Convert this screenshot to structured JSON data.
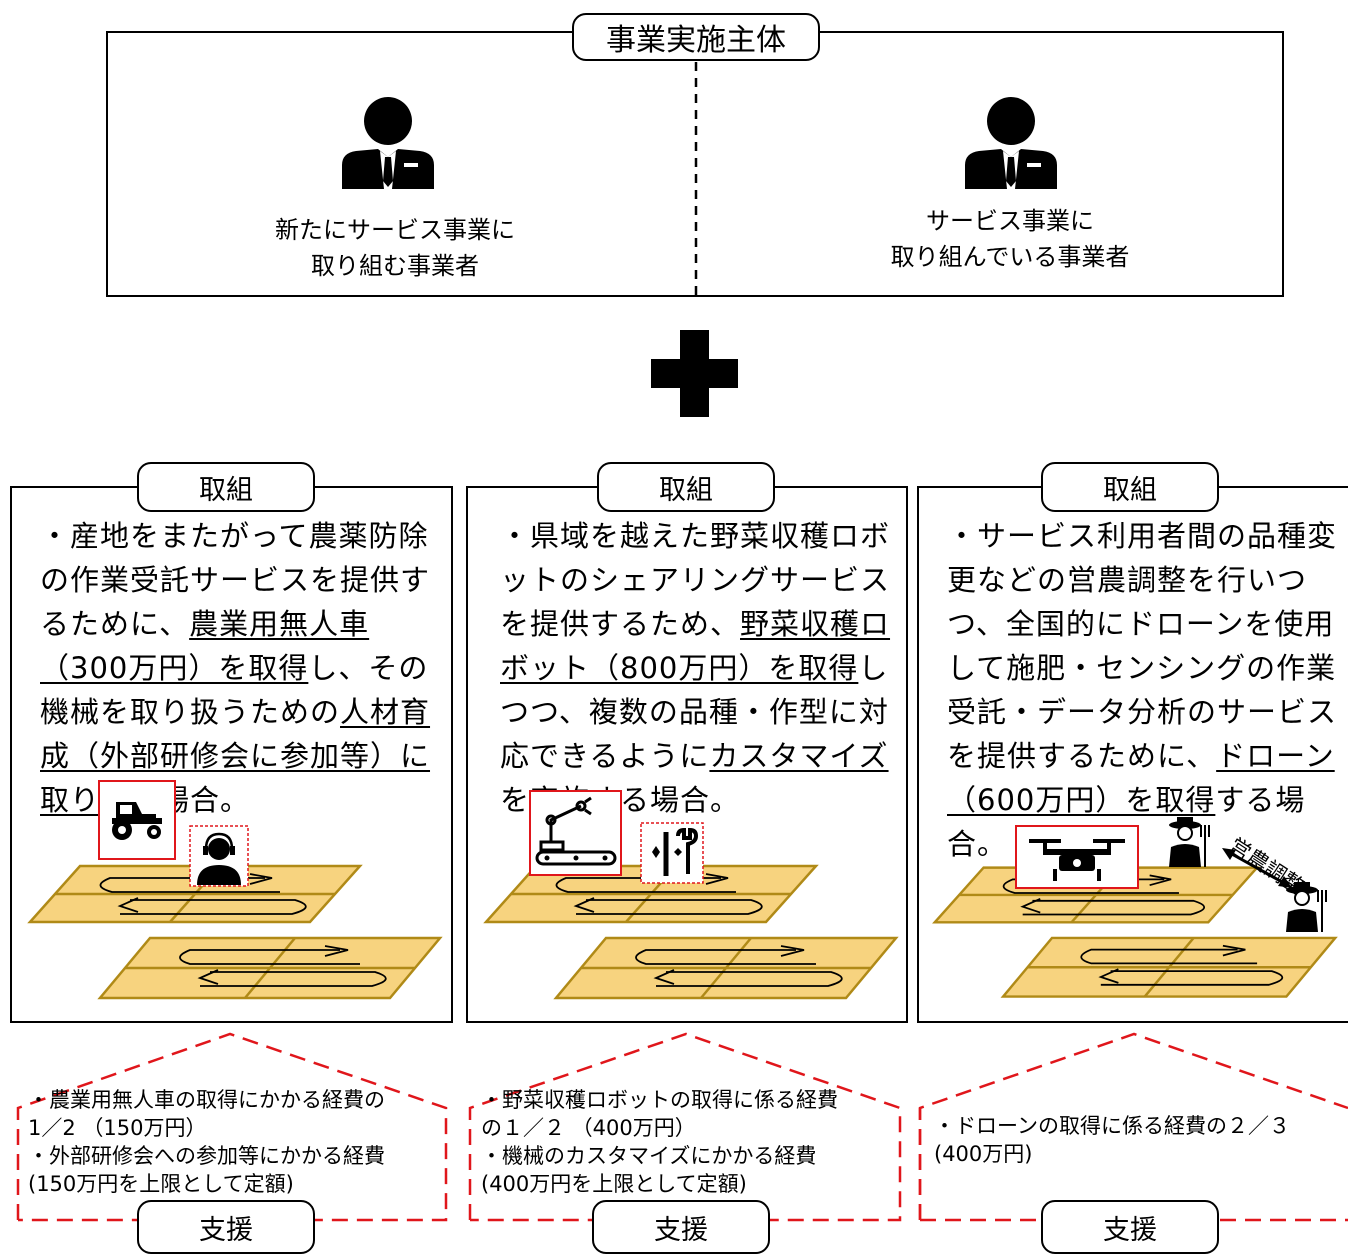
{
  "header": {
    "title": "事業実施主体",
    "left_text": [
      "新たにサービス事業に",
      "取り組む事業者"
    ],
    "right_text": [
      "サービス事業に",
      "取り組んでいる事業者"
    ],
    "icons": [
      "businessman-icon",
      "businessman-icon"
    ]
  },
  "plus_icon": "plus-icon",
  "panels": [
    {
      "label": "取組",
      "text": [
        {
          "t": "・産地をまたがって農薬防除の作業受託サービスを提供するために、",
          "u": false
        },
        {
          "t": "農業用無人車（300万円）を取得",
          "u": true
        },
        {
          "t": "し、その機械を取り扱うための",
          "u": false
        },
        {
          "t": "人材育成（外部研修会に参加等）に取り組む",
          "u": true
        },
        {
          "t": "場合。",
          "u": false
        }
      ],
      "icons": [
        "tractor-icon",
        "operator-headset-icon",
        "field-grid-icon"
      ],
      "support_label": "支援",
      "support_text": [
        "・農業用無人車の取得にかかる経費の",
        "1／2 （150万円）",
        "・外部研修会への参加等にかかる経費",
        "(150万円を上限として定額)"
      ]
    },
    {
      "label": "取組",
      "text": [
        {
          "t": "・県域を越えた野菜収穫ロボットのシェアリングサービスを提供するため、",
          "u": false
        },
        {
          "t": "野菜収穫ロボット（800万円）を取得",
          "u": true
        },
        {
          "t": "しつつ、複数の品種・作型に対応できるように",
          "u": false
        },
        {
          "t": "カスタマイズ",
          "u": true
        },
        {
          "t": "を実施する場合。",
          "u": false
        }
      ],
      "icons": [
        "robot-arm-icon",
        "tools-icon",
        "field-grid-icon"
      ],
      "support_label": "支援",
      "support_text": [
        "・野菜収穫ロボットの取得に係る経費",
        "の１／２ （400万円）",
        "・機械のカスタマイズにかかる経費",
        "(400万円を上限として定額)"
      ]
    },
    {
      "label": "取組",
      "text": [
        {
          "t": "・サービス利用者間の品種変更などの営農調整を行いつつ、全国的にドローンを使用して施肥・センシングの作業受託・データ分析のサービスを提供するために、",
          "u": false
        },
        {
          "t": "ドローン（600万円）を取得",
          "u": true
        },
        {
          "t": "する場合。",
          "u": false
        }
      ],
      "icons": [
        "drone-icon",
        "farmer-icon",
        "farmer-icon",
        "field-grid-icon"
      ],
      "coordination_label": "営農調整",
      "support_label": "支援",
      "support_text": [
        "・ドローンの取得に係る経費の２／３",
        "(400万円)"
      ]
    }
  ],
  "colors": {
    "field_fill": "#f7d37f",
    "field_stroke": "#b08a17",
    "dashed_red": "#e0161b",
    "icon_frame_red": "#e0161b"
  }
}
